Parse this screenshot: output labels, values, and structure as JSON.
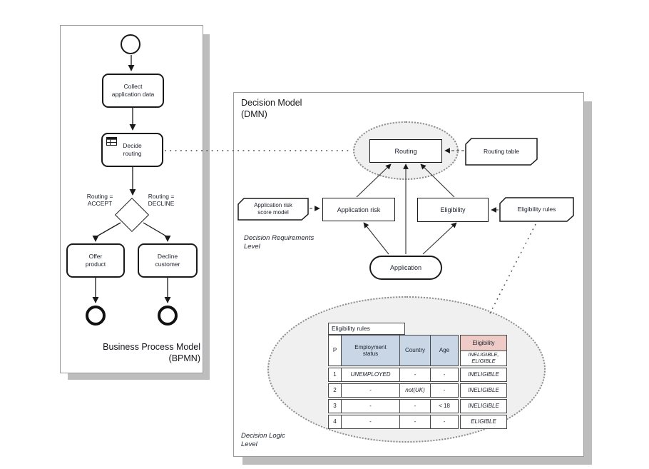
{
  "bpmn": {
    "panel_title": "Business Process Model\n(BPMN)",
    "tasks": {
      "collect": "Collect\napplication data",
      "decide": "Decide\nrouting",
      "offer": "Offer\nproduct",
      "decline": "Decline\ncustomer"
    },
    "gateway": {
      "accept_label": "Routing =\nACCEPT",
      "decline_label": "Routing =\nDECLINE"
    }
  },
  "dmn": {
    "panel_title": "Decision Model\n(DMN)",
    "levels": {
      "requirements": "Decision Requirements\nLevel",
      "logic": "Decision Logic\nLevel"
    },
    "nodes": {
      "routing": "Routing",
      "routing_table": "Routing table",
      "application_risk_score_model": "Application risk\nscore model",
      "application_risk": "Application risk",
      "eligibility": "Eligibility",
      "eligibility_rules": "Eligibility rules",
      "application": "Application"
    },
    "decision_table": {
      "title": "Eligibility rules",
      "columns": {
        "p": "P",
        "employment": "Employment\nstatus",
        "country": "Country",
        "age": "Age",
        "output": "Eligibility",
        "output_values": "INELIGIBLE,\nELIGIBLE"
      },
      "rows": [
        {
          "n": "1",
          "employment": "UNEMPLOYED",
          "country": "-",
          "age": "-",
          "output": "INELIGIBLE"
        },
        {
          "n": "2",
          "employment": "-",
          "country": "not(UK)",
          "age": "-",
          "output": "INELIGIBLE"
        },
        {
          "n": "3",
          "employment": "-",
          "country": "-",
          "age": "< 18",
          "output": "INELIGIBLE"
        },
        {
          "n": "4",
          "employment": "-",
          "country": "-",
          "age": "-",
          "output": "ELIGIBLE"
        }
      ]
    }
  },
  "colors": {
    "condition_header_bg": "#c9d6e5",
    "output_header_bg": "#efcbc7",
    "ellipse_bg": "#f0f0f0",
    "panel_shadow": "#bdbdbd"
  }
}
